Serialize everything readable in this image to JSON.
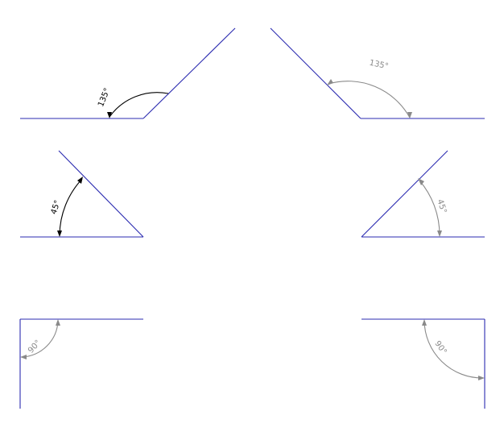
{
  "angles": {
    "top_left": {
      "label": "135°",
      "style": "black"
    },
    "top_right": {
      "label": "135°",
      "style": "gray"
    },
    "middle_left": {
      "label": "45°",
      "style": "black"
    },
    "middle_right": {
      "label": "45°",
      "style": "gray"
    },
    "bottom_left": {
      "label": "90°",
      "style": "gray"
    },
    "bottom_right": {
      "label": "90°",
      "style": "gray"
    }
  },
  "colors": {
    "geometry_line": "#2b2bb0",
    "dimension_black": "#000000",
    "dimension_gray": "#8a8a8a"
  }
}
